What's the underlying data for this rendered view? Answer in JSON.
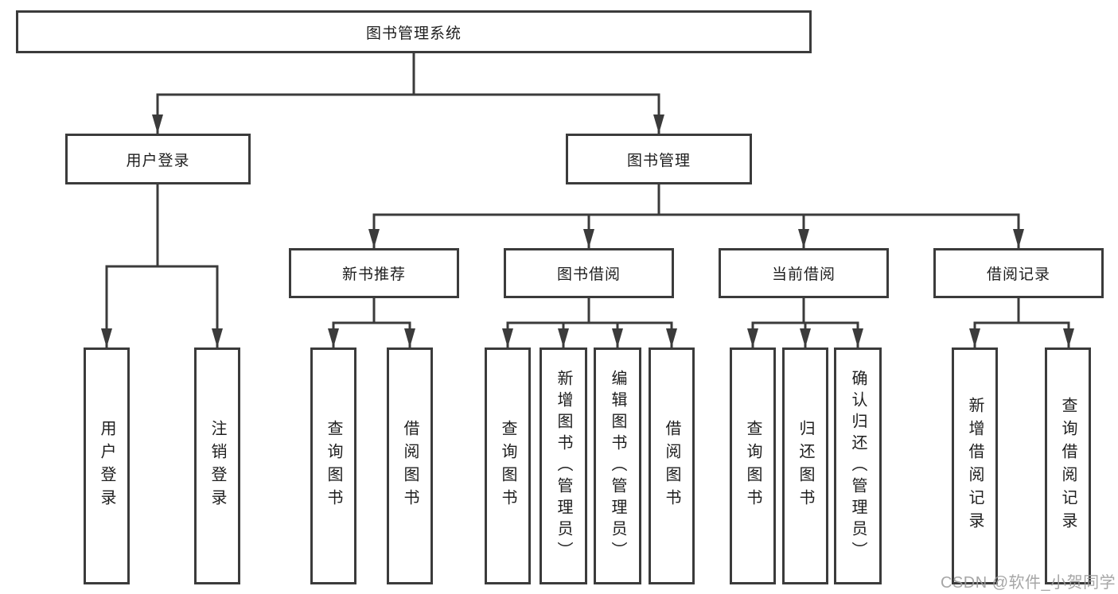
{
  "nodes": {
    "root": {
      "label": "图书管理系统"
    },
    "user_login": {
      "label": "用户登录"
    },
    "book_mgmt": {
      "label": "图书管理"
    },
    "new_books": {
      "label": "新书推荐"
    },
    "book_borrow": {
      "label": "图书借阅"
    },
    "current_borrow": {
      "label": "当前借阅"
    },
    "borrow_records": {
      "label": "借阅记录"
    },
    "leaves": {
      "user_login": {
        "label": "用户登录"
      },
      "logout": {
        "label": "注销登录"
      },
      "query_books_1": {
        "label": "查询图书"
      },
      "borrow_books_1": {
        "label": "借阅图书"
      },
      "query_books_2": {
        "label": "查询图书"
      },
      "add_books_admin": {
        "label": "新增图书（管理员）"
      },
      "edit_books_admin": {
        "label": "编辑图书（管理员）"
      },
      "borrow_books_2": {
        "label": "借阅图书"
      },
      "query_books_3": {
        "label": "查询图书"
      },
      "return_books": {
        "label": "归还图书"
      },
      "confirm_return_admin": {
        "label": "确认归还（管理员）"
      },
      "add_borrow_record": {
        "label": "新增借阅记录"
      },
      "query_borrow_record": {
        "label": "查询借阅记录"
      }
    }
  },
  "watermark": {
    "text": "CSDN @软件_小贺同学"
  },
  "colors": {
    "line": "#3b3b3b",
    "text": "#1e1e1e",
    "background": "#ffffff",
    "watermark": "#9d9d9d"
  }
}
